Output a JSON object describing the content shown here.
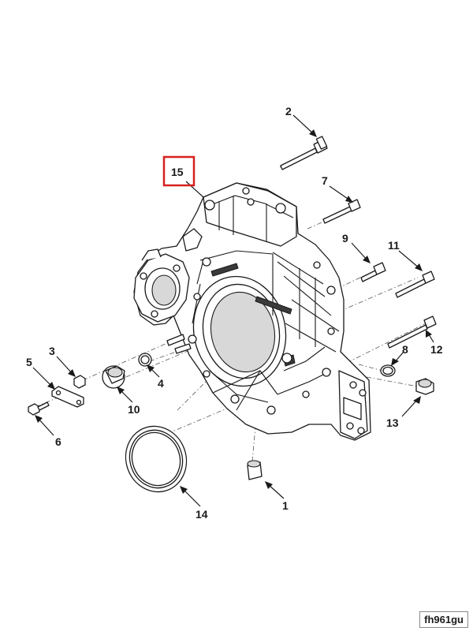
{
  "figure_id": "fh961gu",
  "highlighted_callout": "15",
  "callouts": [
    {
      "id": "1",
      "label": "1"
    },
    {
      "id": "2",
      "label": "2"
    },
    {
      "id": "3",
      "label": "3"
    },
    {
      "id": "4",
      "label": "4"
    },
    {
      "id": "5",
      "label": "5"
    },
    {
      "id": "6",
      "label": "6"
    },
    {
      "id": "7",
      "label": "7"
    },
    {
      "id": "8",
      "label": "8"
    },
    {
      "id": "9",
      "label": "9"
    },
    {
      "id": "10",
      "label": "10"
    },
    {
      "id": "11",
      "label": "11"
    },
    {
      "id": "12",
      "label": "12"
    },
    {
      "id": "13",
      "label": "13"
    },
    {
      "id": "14",
      "label": "14"
    },
    {
      "id": "15",
      "label": "15"
    }
  ],
  "colors": {
    "highlight": "#d62020",
    "ink": "#1a1a1a"
  }
}
